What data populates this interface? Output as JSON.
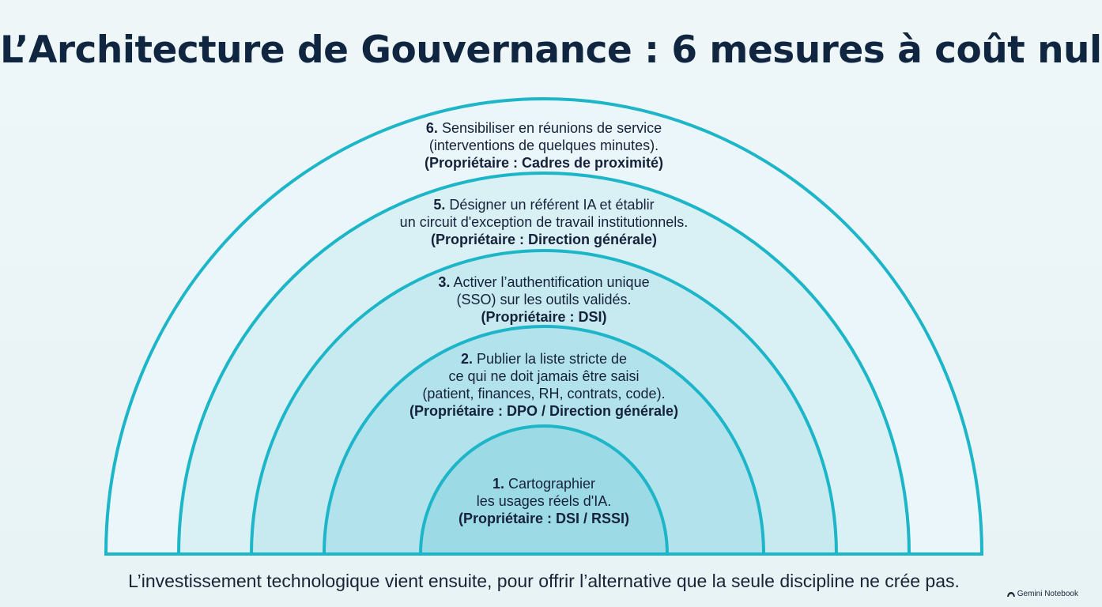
{
  "title": "L’Architecture de Gouvernance : 6 mesures à coût nul",
  "layers": [
    {
      "number": "6.",
      "lines": [
        "Sensibiliser en réunions de service",
        "(interventions de quelques minutes)."
      ],
      "owner": "(Propriétaire : Cadres de proximité)"
    },
    {
      "number": "5.",
      "lines": [
        "Désigner un référent IA et établir",
        "un circuit d'exception de travail institutionnels."
      ],
      "owner": "(Propriétaire : Direction générale)"
    },
    {
      "number": "3.",
      "lines": [
        "Activer l’authentification unique",
        "(SSO) sur les outils validés."
      ],
      "owner": "(Propriétaire : DSI)"
    },
    {
      "number": "2.",
      "lines": [
        "Publier la liste stricte de",
        "ce qui ne doit jamais être saisi",
        "(patient, finances, RH, contrats, code)."
      ],
      "owner": "(Propriétaire : DPO / Direction générale)"
    },
    {
      "number": "1.",
      "lines": [
        "Cartographier",
        "les usages réels d'IA."
      ],
      "owner": "(Propriétaire : DSI / RSSI)"
    }
  ],
  "footer": "L’investissement technologique vient ensuite, pour offrir l’alternative que la seule discipline ne crée pas.",
  "brand": "Gemini Notebook",
  "colors": {
    "stroke": "#1db5c8",
    "fills": [
      "#eaf6f9",
      "#d9f1f5",
      "#c6eaf0",
      "#b2e3ec",
      "#9cdbe6"
    ]
  }
}
